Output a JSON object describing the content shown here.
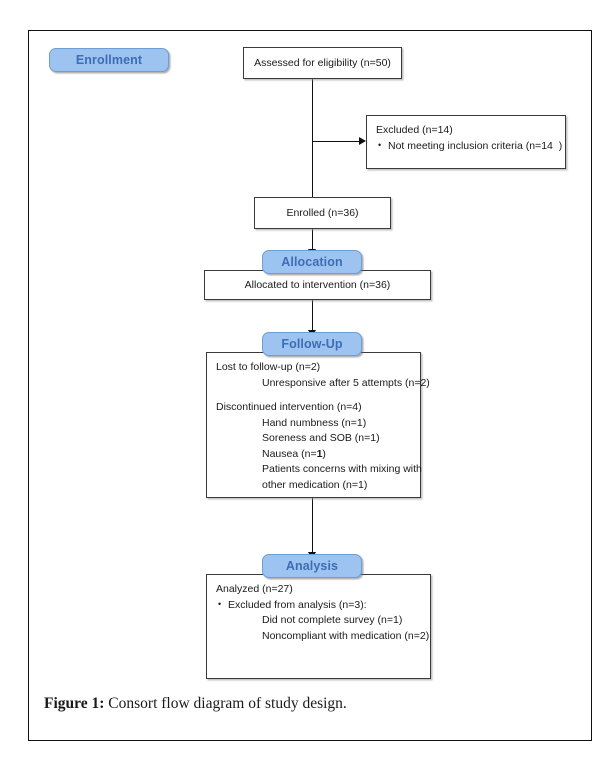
{
  "figure": {
    "caption_label": "Figure 1:",
    "caption_text": " Consort flow diagram of study design."
  },
  "stages": {
    "enrollment": "Enrollment",
    "allocation": "Allocation",
    "followup": "Follow-Up",
    "analysis": "Analysis"
  },
  "boxes": {
    "assessed": {
      "text": "Assessed for eligibility (n=50)"
    },
    "excluded": {
      "heading": "Excluded (n=14)",
      "bullet_1": "Not meeting inclusion criteria (n=14  )"
    },
    "enrolled": {
      "text": "Enrolled (n=36)"
    },
    "allocated": {
      "text": "Allocated to intervention (n=36)"
    },
    "followup": {
      "line_1": "Lost to follow-up (n=2)",
      "line_2": "Unresponsive after 5 attempts (n=2)",
      "line_3": "Discontinued intervention (n=4)",
      "line_4": "Hand numbness (n=1)",
      "line_5": "Soreness and SOB (n=1)",
      "line_6a": "Nausea (n=",
      "line_6b": "1",
      "line_6c": ")",
      "line_7": "Patients concerns with mixing with",
      "line_8": "other medication (n=1)"
    },
    "analysis": {
      "line_1": "Analyzed (n=27)",
      "bullet_1": "Excluded from analysis (n=3):",
      "line_2": "Did not complete survey (n=1)",
      "line_3": "Noncompliant with medication (n=2)"
    }
  },
  "colors": {
    "badge_fill": "#9dc3f0",
    "badge_border": "#6e9ed6",
    "badge_text": "#3e6db5",
    "box_border": "#3a3a3a",
    "line": "#111111",
    "frame_border": "#111111"
  }
}
